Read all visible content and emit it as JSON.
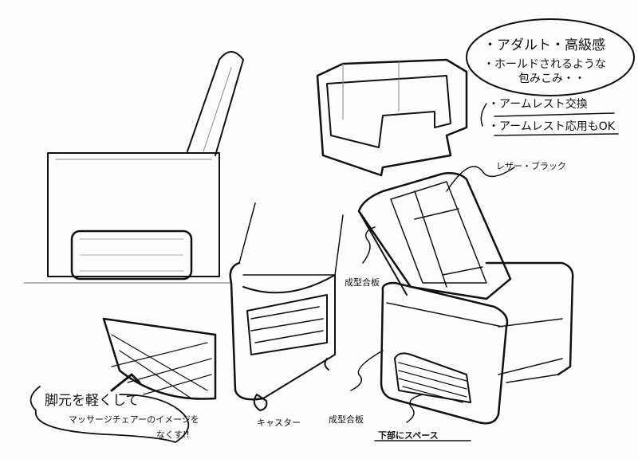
{
  "notes": {
    "concept_1": "・アダルト・高級感",
    "concept_2": "・ホールドされるような",
    "concept_2b": "包みこみ・・",
    "armrest_1": "・アームレスト交換",
    "armrest_2": "・アームレスト応用もOK",
    "leather": "レザー・ブラック",
    "plywood_upper": "成型合板",
    "plywood_lower": "成型合板",
    "space": "下部にスペース",
    "caster": "キャスター",
    "feet_1": "脚元を軽くして",
    "feet_2": "マッサージチェアーのイメージを",
    "feet_3": "なくす!!"
  }
}
